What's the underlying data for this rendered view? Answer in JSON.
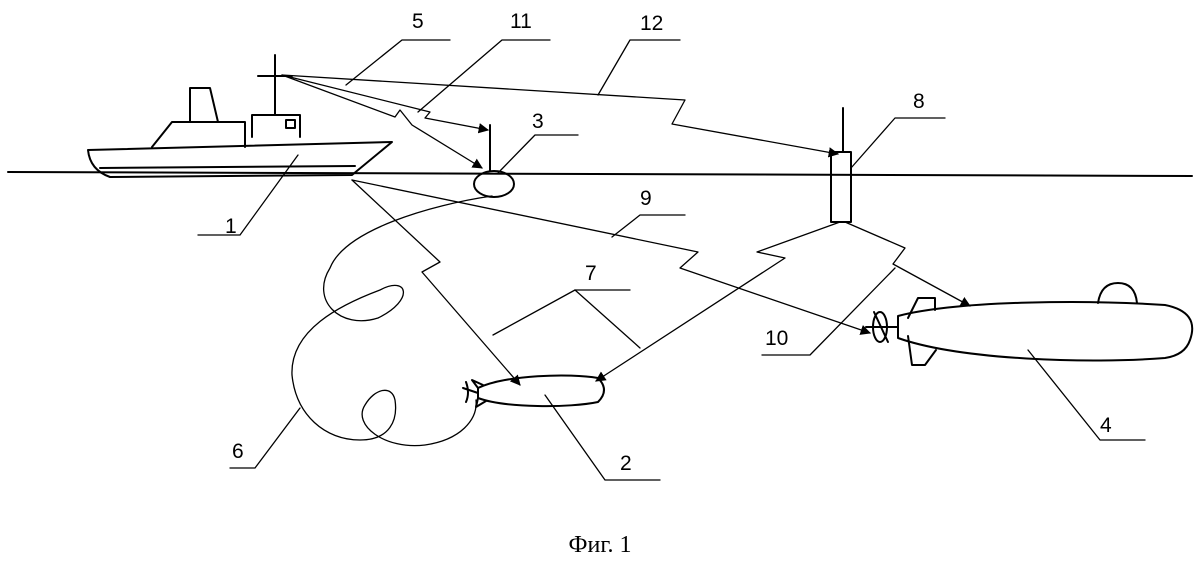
{
  "labels": {
    "n1": "1",
    "n2": "2",
    "n3": "3",
    "n4": "4",
    "n5": "5",
    "n6": "6",
    "n7": "7",
    "n8": "8",
    "n9": "9",
    "n10": "10",
    "n11": "11",
    "n12": "12"
  },
  "caption": "Фиг. 1"
}
